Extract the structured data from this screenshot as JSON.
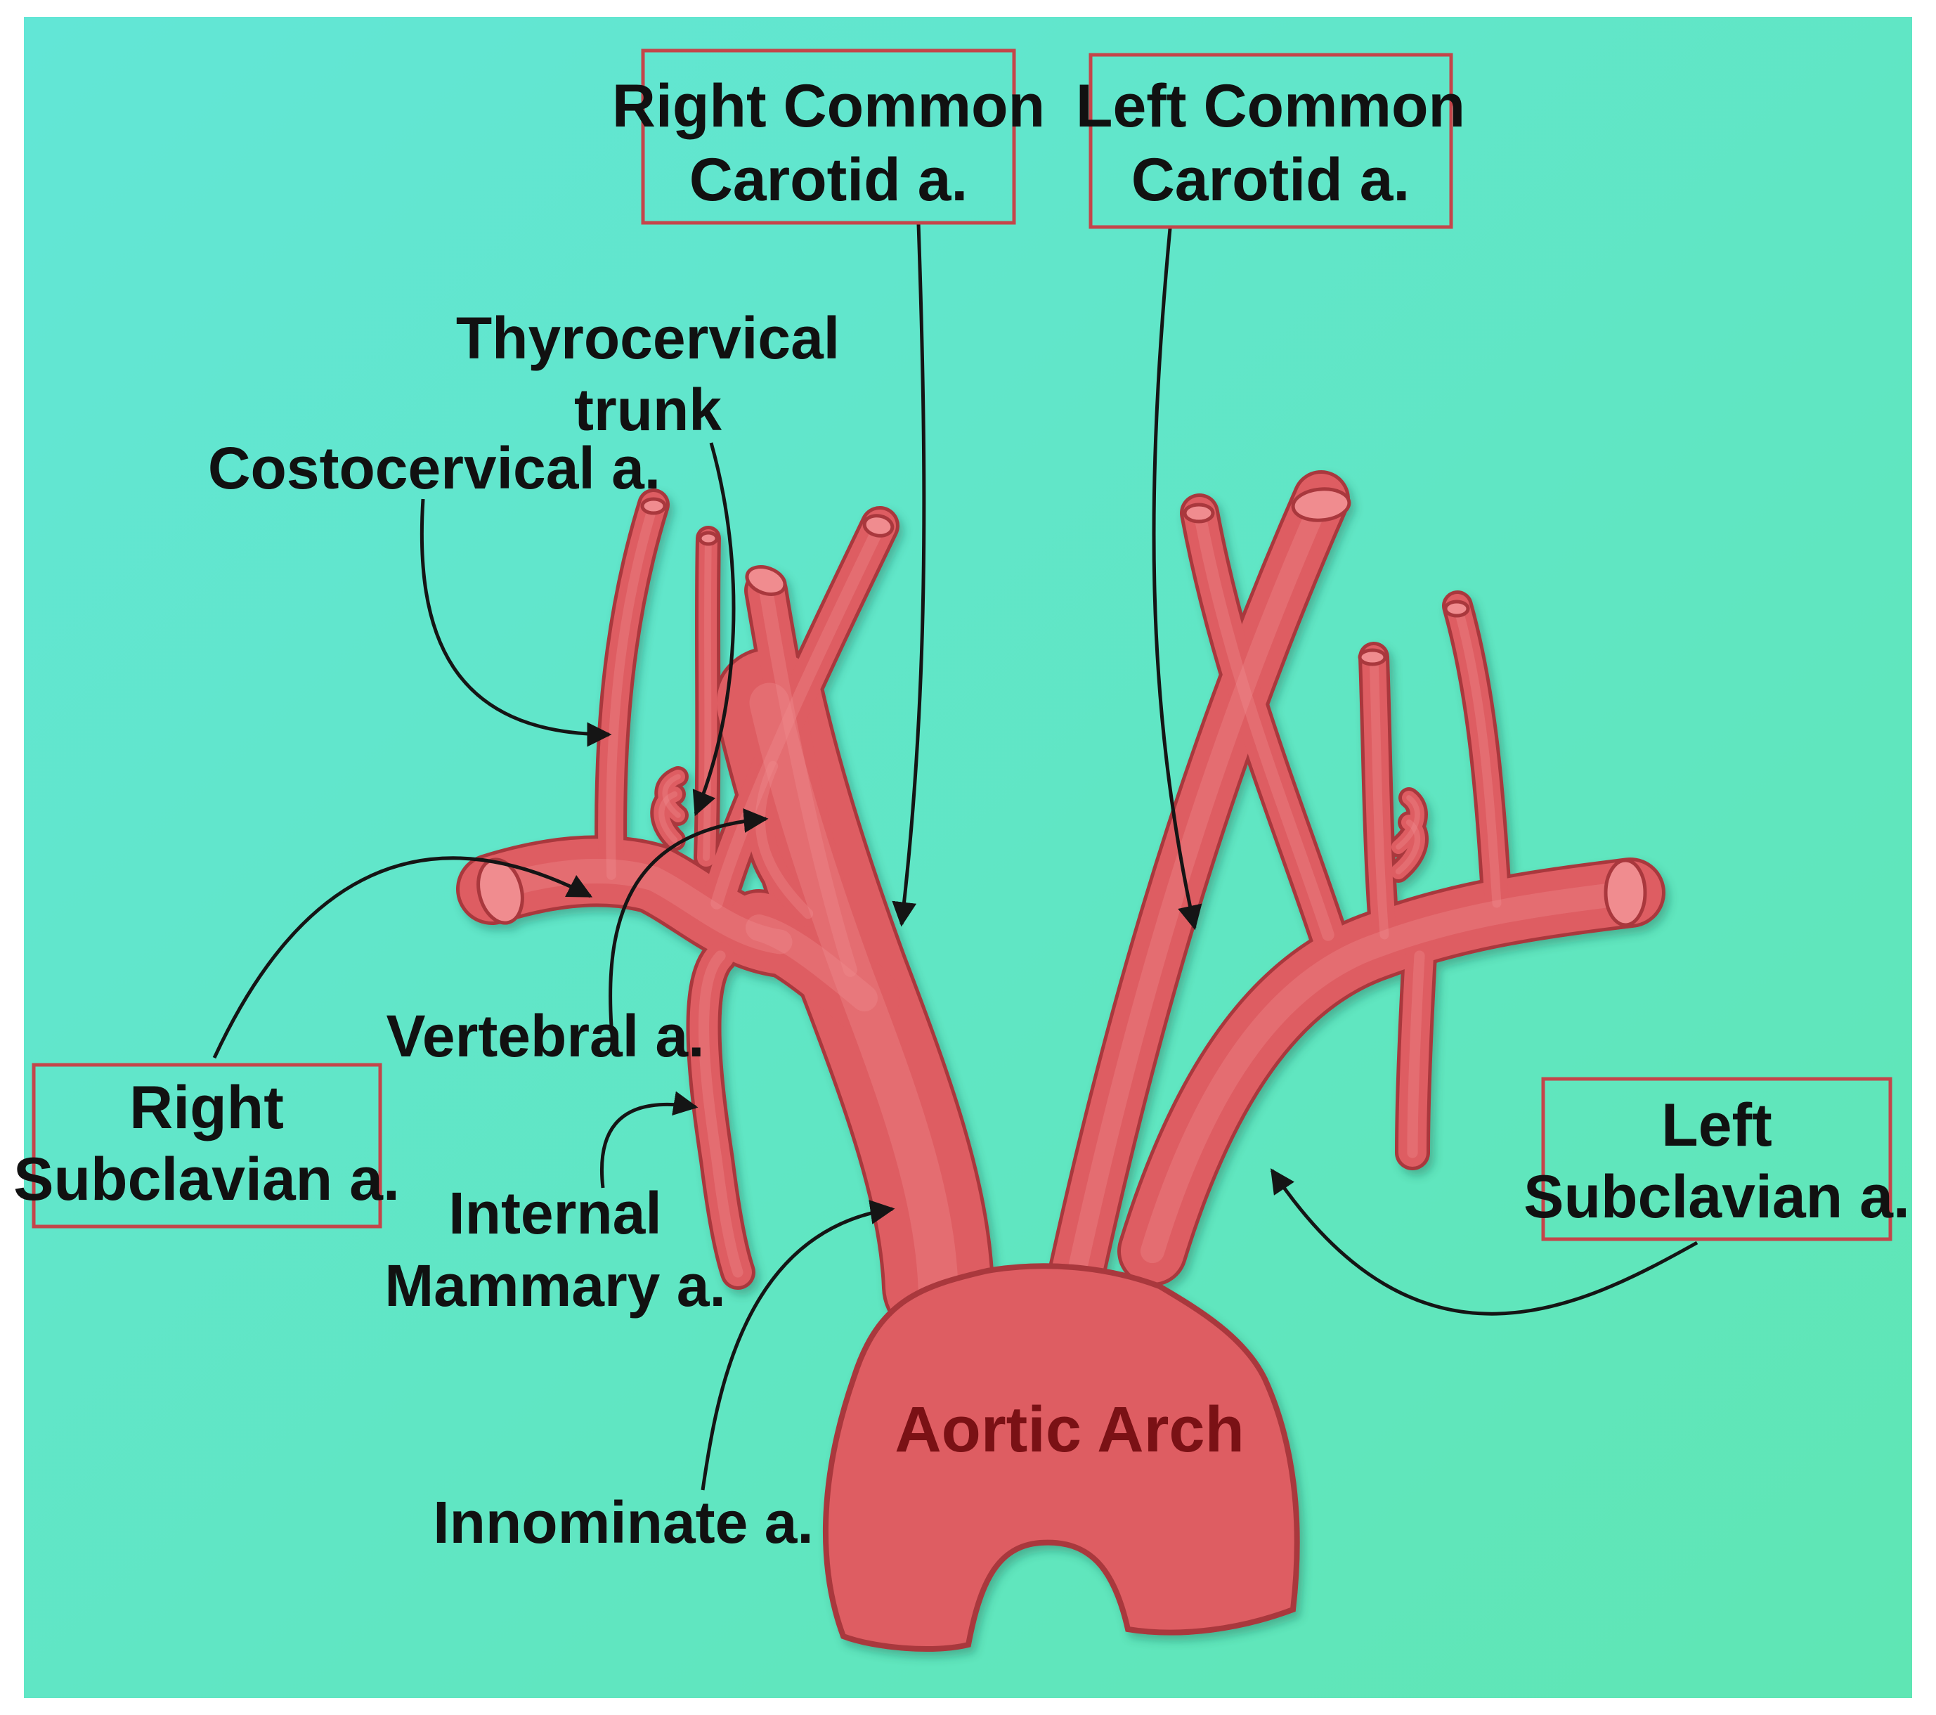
{
  "colors": {
    "background_start": "#62e6d6",
    "background_end": "#5fe6b4",
    "artery_fill": "#de5d62",
    "artery_shadow": "#a9393e",
    "artery_highlight": "#f08c8f",
    "box_border": "#c4454a",
    "leader_line": "#151515",
    "text": "#111111",
    "center_text": "#7a1115"
  },
  "labels": {
    "right_common_carotid": [
      "Right Common",
      "Carotid a."
    ],
    "left_common_carotid": [
      "Left Common",
      "Carotid a."
    ],
    "thyrocervical": [
      "Thyrocervical",
      "trunk"
    ],
    "costocervical": "Costocervical a.",
    "vertebral": "Vertebral a.",
    "right_subclavian": [
      "Right",
      "Subclavian a."
    ],
    "internal_mammary": [
      "Internal",
      "Mammary a."
    ],
    "left_subclavian": [
      "Left",
      "Subclavian a."
    ],
    "innominate": "Innominate a.",
    "aortic_arch": "Aortic Arch"
  }
}
